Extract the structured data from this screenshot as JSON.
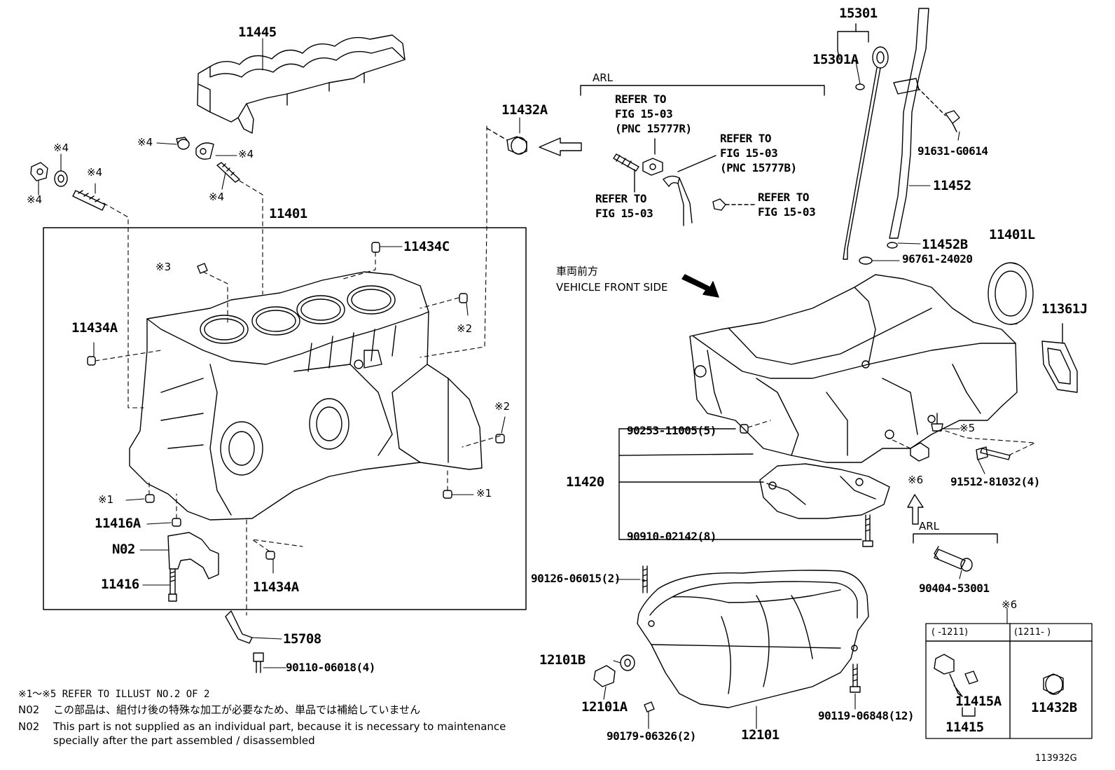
{
  "labels": {
    "p11445": "11445",
    "p15301": "15301",
    "p15301A": "15301A",
    "p11432A_top": "11432A",
    "arl_top": "ARL",
    "refer1": "REFER TO\nFIG 15-03\n(PNC 15777R)",
    "refer2": "REFER TO\nFIG 15-03\n(PNC 15777B)",
    "refer3": "REFER TO\nFIG 15-03",
    "refer4": "REFER TO\nFIG 15-03",
    "p91631": "91631-G0614",
    "p11452": "11452",
    "p11452B": "11452B",
    "p96761": "96761-24020",
    "p11401L": "11401L",
    "p11361J": "11361J",
    "front_jp": "車両前方",
    "front_en": "VEHICLE FRONT SIDE",
    "mark4a": "※4",
    "mark4b": "※4",
    "mark4c": "※4",
    "mark4d": "※4",
    "mark4e": "※4",
    "mark4f": "※4",
    "p11401": "11401",
    "p11434C": "11434C",
    "mark3": "※3",
    "p11434A_left": "11434A",
    "mark2a": "※2",
    "mark2b": "※2",
    "mark1a": "※1",
    "mark1b": "※1",
    "p11416A": "11416A",
    "pN02": "N02",
    "p11416": "11416",
    "p11434A_bottom": "11434A",
    "p15708": "15708",
    "p90110": "90110-06018(4)",
    "p90253": "90253-11005(5)",
    "p11420": "11420",
    "p90910": "90910-02142(8)",
    "mark5": "※5",
    "mark6": "※6",
    "p91512": "91512-81032(4)",
    "arl_bottom": "ARL",
    "p90404": "90404-53001",
    "p90126": "90126-06015(2)",
    "p12101B": "12101B",
    "p12101A": "12101A",
    "p90179": "90179-06326(2)",
    "p12101": "12101",
    "p90119": "90119-06848(12)",
    "mark6_box": "※6",
    "box_col1": "(    -1211)",
    "box_col2": "(1211-    )",
    "p11415A": "11415A",
    "p11415": "11415",
    "p11432B": "11432B",
    "fig_no": "113932G"
  },
  "notes": {
    "line1": "※1～※5 REFER TO ILLUST NO.2 OF 2",
    "line2_code": "N02",
    "line2_text": "この部品は、組付け後の特殊な加工が必要なため、単品では補給していません",
    "line3_code": "N02",
    "line3_text": "This part is not supplied as an individual part, because it is necessary to maintenance",
    "line4_text": "specially after the part assembled / disassembled"
  }
}
